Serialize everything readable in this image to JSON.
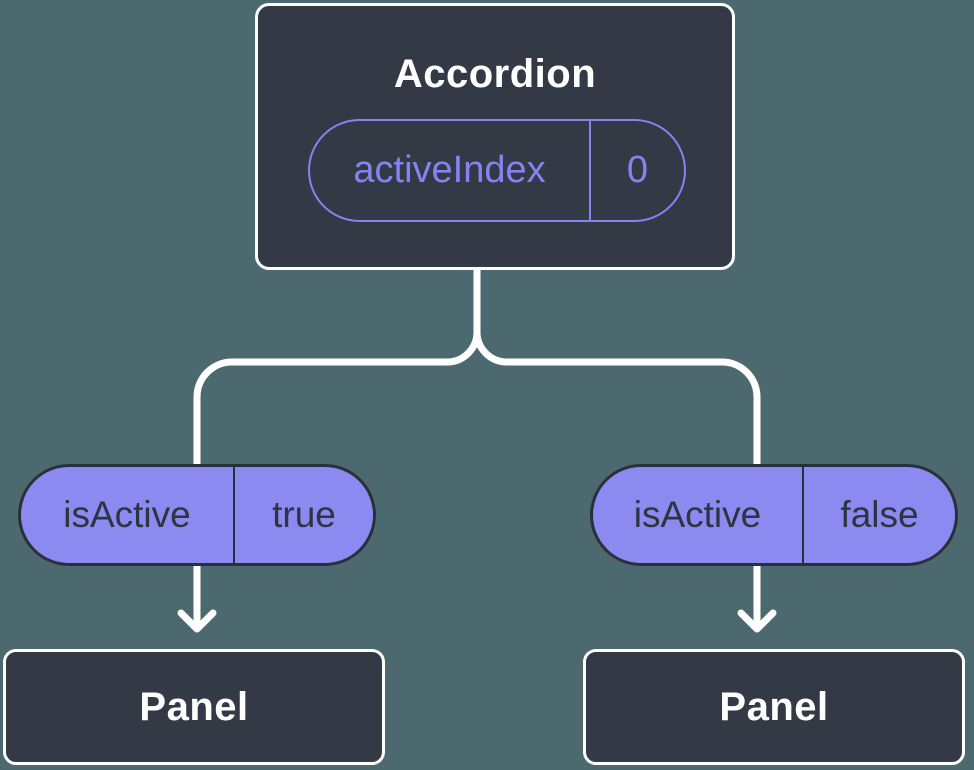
{
  "colors": {
    "background": "#4C696F",
    "node_fill": "#333A46",
    "node_border": "#FFFFFF",
    "node_text": "#FFFFFF",
    "pill_fill": "#8B8AF0",
    "pill_outline": "#8583EF",
    "pill_dark_text": "#2E3440",
    "pill_dark_border": "#2A303B",
    "connector": "#FFFFFF"
  },
  "tree": {
    "root": {
      "title": "Accordion",
      "state": {
        "name": "activeIndex",
        "value": "0"
      }
    },
    "children": [
      {
        "title": "Panel",
        "prop": {
          "name": "isActive",
          "value": "true"
        }
      },
      {
        "title": "Panel",
        "prop": {
          "name": "isActive",
          "value": "false"
        }
      }
    ]
  }
}
